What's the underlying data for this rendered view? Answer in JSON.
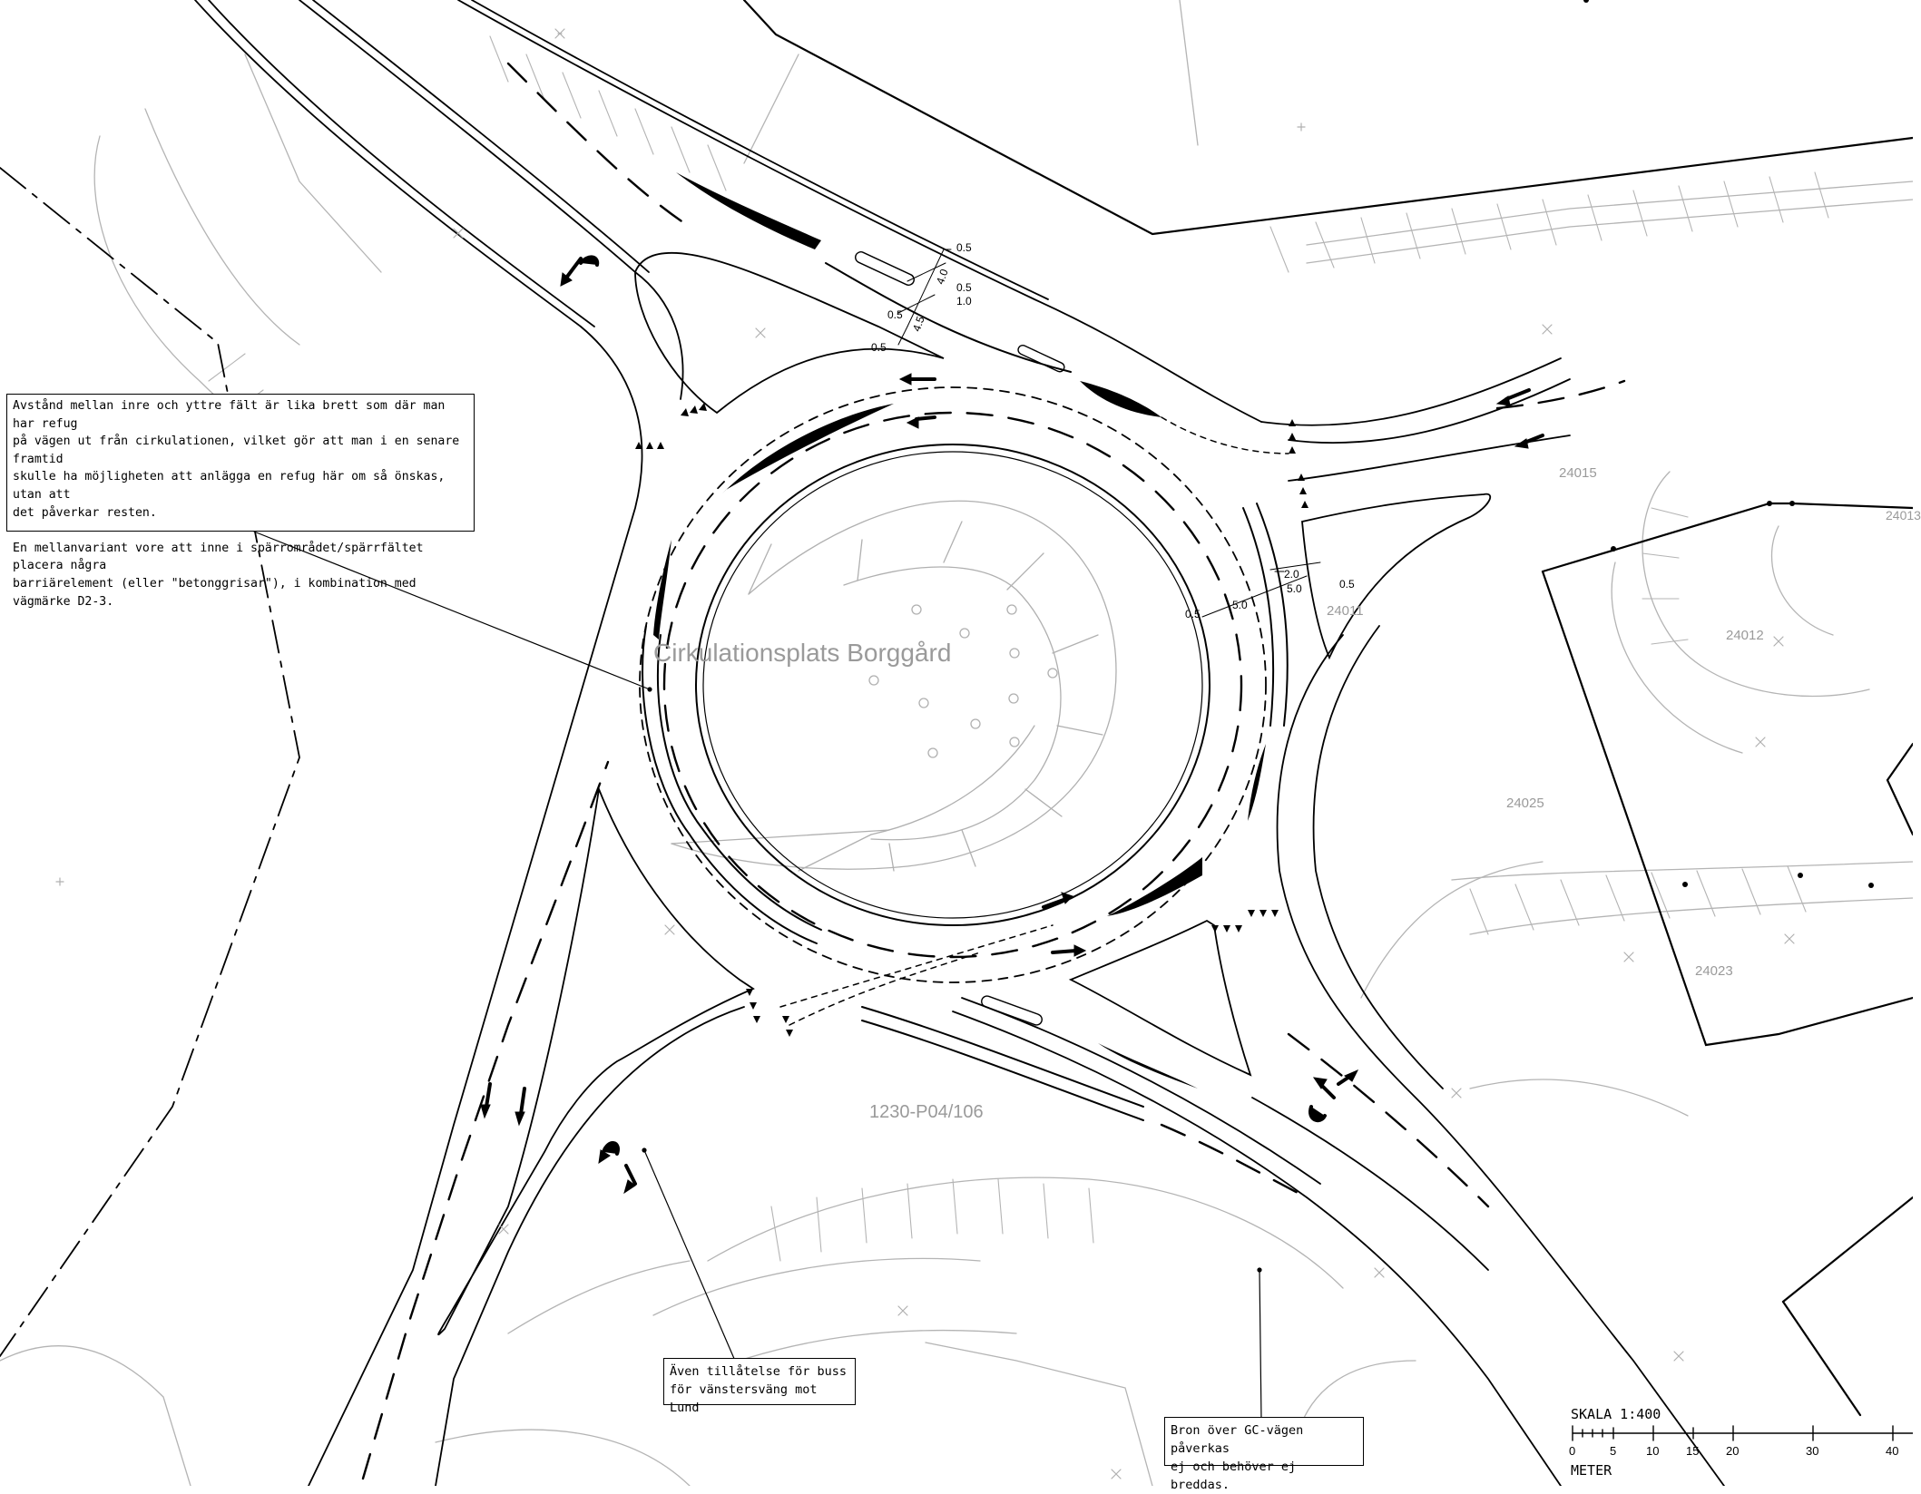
{
  "title": "Cirkulationsplats Borggård",
  "plan_label": "1230-P04/106",
  "parcels": [
    "24015",
    "24012",
    "24025",
    "24023",
    "24011",
    "24013"
  ],
  "notes": {
    "refug": "Avstånd mellan inre och yttre fält är lika brett som där man har refug\npå vägen ut från cirkulationen, vilket gör att man i en senare framtid\nskulle ha möjligheten att anlägga en refug här om så önskas, utan att\ndet påverkar resten.\n\nEn mellanvariant vore att inne i spärrområdet/spärrfältet placera några\nbarriärelement (eller \"betonggrisar\"), i kombination med vägmärke D2-3.",
    "buss": "Även tillåtelse för buss\nför vänstersväng mot Lund",
    "bron": "Bron över GC-vägen påverkas\nej och behöver ej breddas."
  },
  "dimensions": {
    "top": [
      "0.5",
      "4.0",
      "0.5",
      "1.0",
      "0.5",
      "4.5",
      "0.5"
    ],
    "right": [
      "2.0",
      "5.0",
      "0.5",
      "0.5",
      "5.0"
    ]
  },
  "scale": {
    "title": "SKALA 1:400",
    "unit": "METER",
    "ticks": [
      "0",
      "5",
      "10",
      "15",
      "20",
      "30",
      "40"
    ]
  },
  "colors": {
    "line": "#000000",
    "terrain": "#b0b0b0",
    "label": "#9a9a9a"
  }
}
